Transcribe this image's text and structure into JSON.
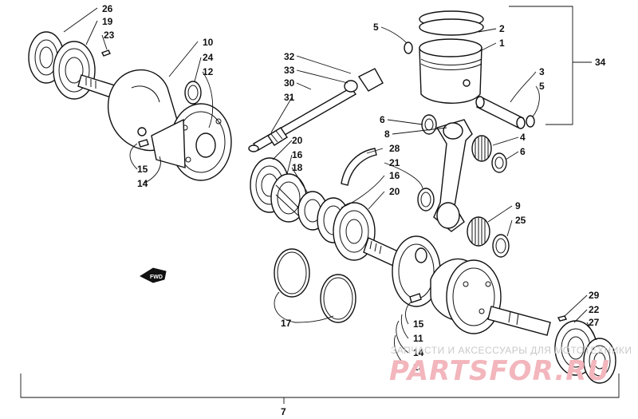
{
  "callouts": {
    "c26": "26",
    "c19": "19",
    "c23": "23",
    "c10": "10",
    "c24": "24",
    "c12": "12",
    "c32": "32",
    "c33": "33",
    "c30": "30",
    "c31": "31",
    "c5a": "5",
    "c2": "2",
    "c1": "1",
    "c34": "34",
    "c3": "3",
    "c5b": "5",
    "c6a": "6",
    "c8": "8",
    "c4": "4",
    "c6b": "6",
    "c20a": "20",
    "c16a": "16",
    "c18": "18",
    "c28": "28",
    "c21": "21",
    "c16b": "16",
    "c20b": "20",
    "c9": "9",
    "c25": "25",
    "c15a": "15",
    "c14a": "14",
    "c17": "17",
    "c15b": "15",
    "c11": "11",
    "c14b": "14",
    "c13": "13",
    "c29": "29",
    "c22": "22",
    "c27": "27",
    "c7": "7"
  },
  "fwd_label": "FWD",
  "watermark": {
    "line1": "ЗАПЧАСТИ И АКСЕССУАРЫ ДЛЯ МОТОТЕХНИКИ",
    "line2": "PARTSFOR.RU"
  }
}
